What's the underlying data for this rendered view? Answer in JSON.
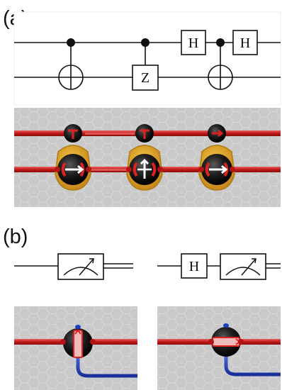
{
  "panel_a": {
    "label": "(a)",
    "gates": {
      "hadamard": "H",
      "z": "Z"
    }
  },
  "panel_b": {
    "label": "(b)",
    "gates": {
      "hadamard": "H"
    }
  },
  "colors": {
    "wire": "#111111",
    "rail_red": "#cc1e1e",
    "rail_blue": "#1a3fc4",
    "tile_bg": "#c8c8c8",
    "ring_gold": "#e3a51f",
    "ball_black": "#1a1a1a"
  }
}
